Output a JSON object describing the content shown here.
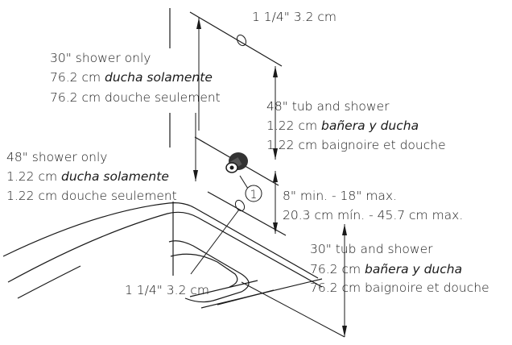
{
  "labels": {
    "pipe_top": "1 1/4\"  3.2 cm",
    "pipe_bottom": "1 1/4\"  3.2 cm",
    "callout_number": "1",
    "shower30": {
      "l1": "30\" shower only",
      "l2a": "76.2 cm ",
      "l2b": "ducha solamente",
      "l3": "76.2 cm douche seulement"
    },
    "shower48": {
      "l1": "48\" shower only",
      "l2a": "1.22 cm ",
      "l2b": "ducha solamente",
      "l3": "1.22 cm douche seulement"
    },
    "tub48": {
      "l1": "48\" tub and shower",
      "l2a": "1.22 cm ",
      "l2b": "bañera y ducha",
      "l3": "1.22 cm baignoire et douche"
    },
    "valve_height": {
      "l1": "8\" min. - 18\" max.",
      "l2": "20.3 cm mín. - 45.7 cm max."
    },
    "tub30": {
      "l1": "30\" tub and shower",
      "l2a": "76.2 cm ",
      "l2b": "bañera y ducha",
      "l3": "76.2 cm baignoire et douche"
    }
  }
}
